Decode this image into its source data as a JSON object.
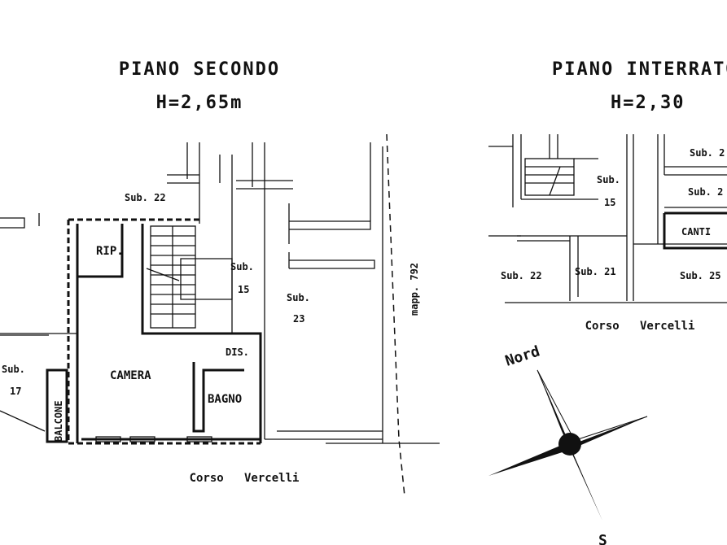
{
  "second_floor": {
    "title": "PIANO SECONDO",
    "height": "H=2,65m",
    "rooms": {
      "rip": "RIP.",
      "camera": "CAMERA",
      "bagno": "BAGNO",
      "dis": "DIS.",
      "balcone": "BALCONE"
    },
    "subs": {
      "sub22": "Sub. 22",
      "sub15_a": "Sub.",
      "sub15_b": "15",
      "sub23_a": "Sub.",
      "sub23_b": "23",
      "sub17_a": "Sub.",
      "sub17_b": "17"
    },
    "street": "Corso   Vercelli",
    "mapp": "mapp. 792"
  },
  "basement": {
    "title": "PIANO INTERRATO",
    "height": "H=2,30",
    "labels": {
      "sub_top1": "Sub. 2",
      "sub_top2": "Sub. 2",
      "cantina": "CANTI",
      "sub15_a": "Sub.",
      "sub15_b": "15",
      "sub22": "Sub. 22",
      "sub21": "Sub. 21",
      "sub25": "Sub. 25"
    },
    "street": "Corso   Vercelli"
  },
  "compass": {
    "north": "Nord",
    "south": "S"
  }
}
